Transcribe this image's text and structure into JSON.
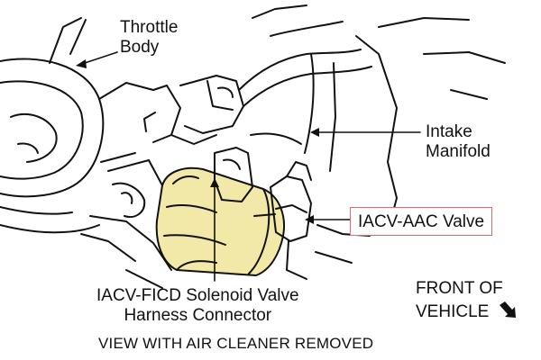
{
  "diagram": {
    "labels": {
      "throttle_body": [
        "Throttle",
        "Body"
      ],
      "intake_manifold": [
        "Intake",
        "Manifold"
      ],
      "iacv_aac_valve": "IACV-AAC Valve",
      "iacv_ficd_solenoid": [
        "IACV-FICD Solenoid Valve",
        "Harness Connector"
      ],
      "front_of_vehicle": [
        "FRONT OF",
        "VEHICLE"
      ],
      "front_arrow_icon": "arrow-down-right-icon"
    },
    "caption": "VIEW WITH AIR CLEANER REMOVED",
    "colors": {
      "highlight_fill": "#f2e8a8",
      "callout_border": "#e06a6a",
      "ink": "#111111"
    }
  }
}
